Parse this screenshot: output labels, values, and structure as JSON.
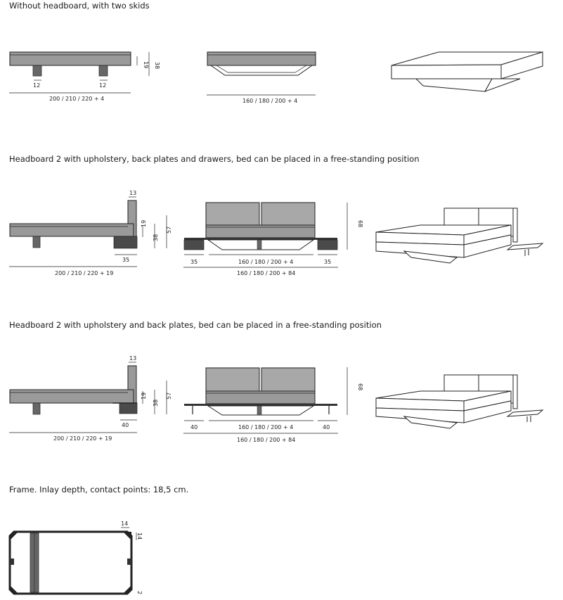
{
  "sections": [
    {
      "title": "Without headboard, with two skids"
    },
    {
      "title": "Headboard 2 with upholstery, back plates and drawers, bed can be placed in a free-standing position"
    },
    {
      "title": "Headboard 2 with upholstery and back plates, bed can be placed in a free-standing position"
    },
    {
      "title": "Frame. Inlay depth, contact points: 18,5 cm."
    }
  ],
  "dims": {
    "s1": {
      "skid_w1": "12",
      "skid_w2": "12",
      "h_frame": "19",
      "h_total": "38",
      "length": "200 / 210 / 220 + 4",
      "width": "160 / 180 / 200 + 4"
    },
    "s2": {
      "head_t": "13",
      "h1": "19",
      "h2": "38",
      "h3": "57",
      "drawer": "35",
      "length": "200 / 210 / 220 + 19",
      "left": "35",
      "mid": "160 / 180 / 200 + 4",
      "right": "35",
      "total": "160 / 180 / 200 + 84",
      "head_h": "68"
    },
    "s3": {
      "head_t": "13",
      "h1": "19",
      "h2": "38",
      "h3": "57",
      "shelf": "40",
      "length": "200 / 210 / 220 + 19",
      "left": "40",
      "mid": "160 / 180 / 200 + 4",
      "right": "40",
      "total": "160 / 180 / 200 + 84",
      "head_h": "68"
    },
    "s4": {
      "top": "14",
      "side": "14",
      "bottom": "2"
    }
  },
  "colors": {
    "panel": "#9a9a9a",
    "dark": "#4a4a4a",
    "line": "#222222",
    "upholstery": "#a8a8a8"
  }
}
